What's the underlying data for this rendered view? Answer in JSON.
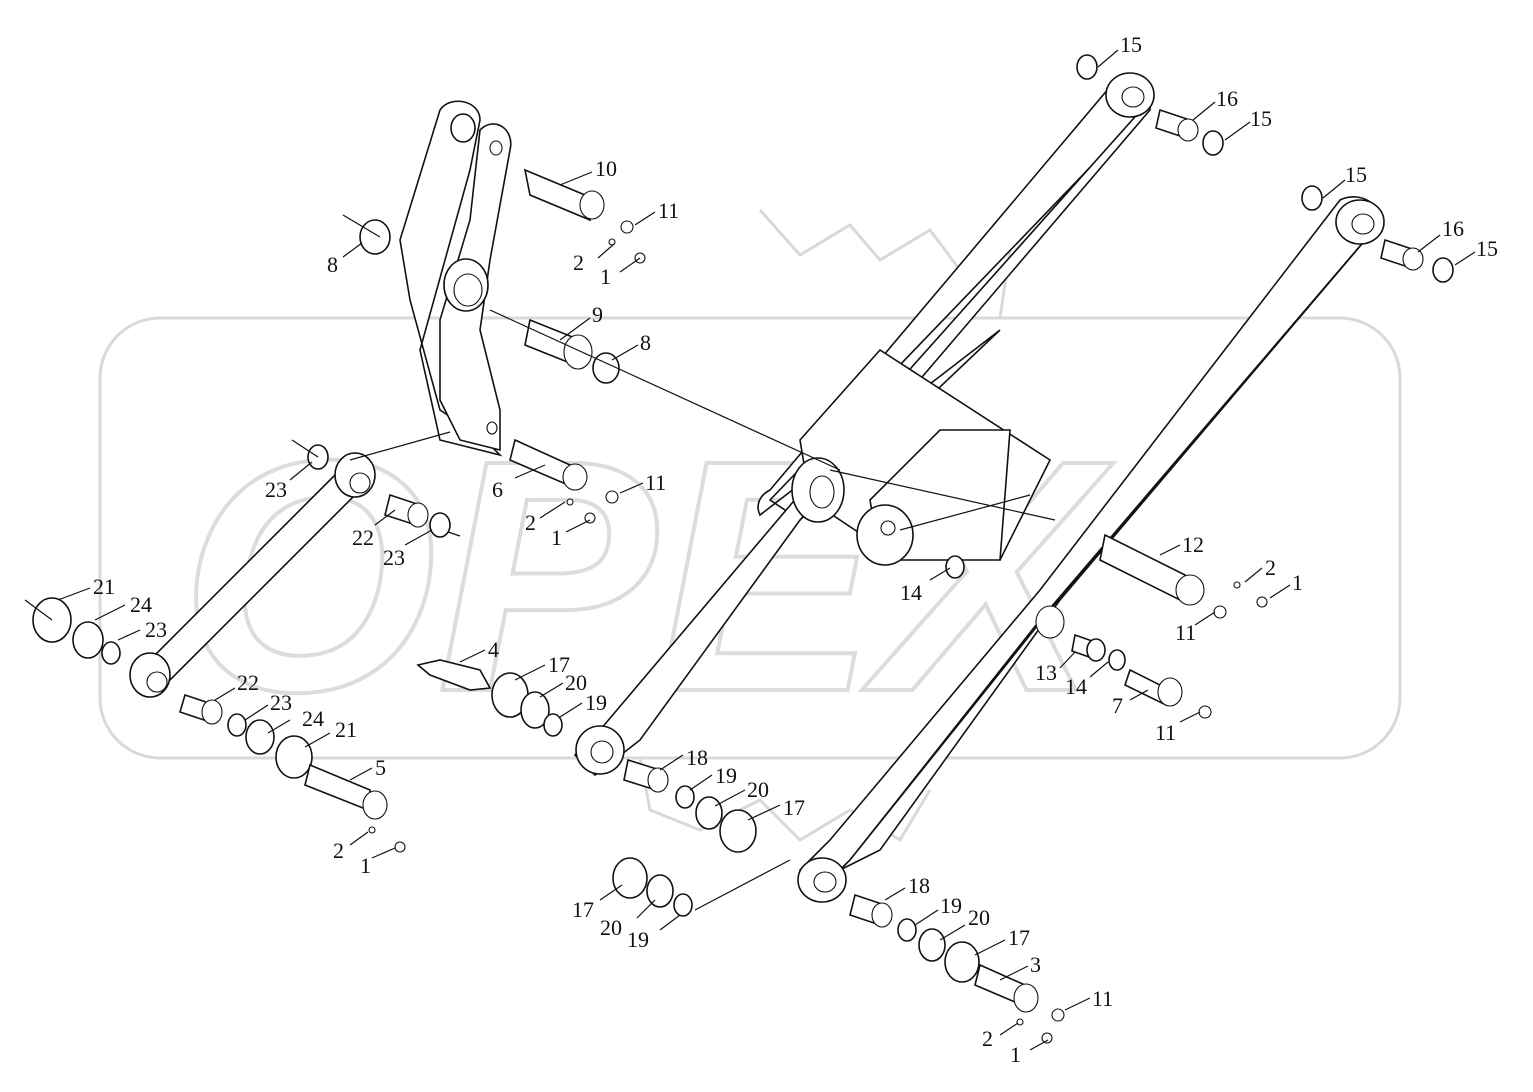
{
  "watermark": "OPEX",
  "callouts": [
    {
      "id": "c15a",
      "text": "15"
    },
    {
      "id": "c16a",
      "text": "16"
    },
    {
      "id": "c15b",
      "text": "15"
    },
    {
      "id": "c15c",
      "text": "15"
    },
    {
      "id": "c16b",
      "text": "16"
    },
    {
      "id": "c15d",
      "text": "15"
    },
    {
      "id": "c10",
      "text": "10"
    },
    {
      "id": "c11a",
      "text": "11"
    },
    {
      "id": "c2a",
      "text": "2"
    },
    {
      "id": "c1a",
      "text": "1"
    },
    {
      "id": "c8a",
      "text": "8"
    },
    {
      "id": "c9",
      "text": "9"
    },
    {
      "id": "c8b",
      "text": "8"
    },
    {
      "id": "c6",
      "text": "6"
    },
    {
      "id": "c11b",
      "text": "11"
    },
    {
      "id": "c2b",
      "text": "2"
    },
    {
      "id": "c1b",
      "text": "1"
    },
    {
      "id": "c23a",
      "text": "23"
    },
    {
      "id": "c22a",
      "text": "22"
    },
    {
      "id": "c23b",
      "text": "23"
    },
    {
      "id": "c21a",
      "text": "21"
    },
    {
      "id": "c24a",
      "text": "24"
    },
    {
      "id": "c23c",
      "text": "23"
    },
    {
      "id": "c22b",
      "text": "22"
    },
    {
      "id": "c23d",
      "text": "23"
    },
    {
      "id": "c24b",
      "text": "24"
    },
    {
      "id": "c21b",
      "text": "21"
    },
    {
      "id": "c5",
      "text": "5"
    },
    {
      "id": "c2c",
      "text": "2"
    },
    {
      "id": "c1c",
      "text": "1"
    },
    {
      "id": "c4",
      "text": "4"
    },
    {
      "id": "c17a",
      "text": "17"
    },
    {
      "id": "c20a",
      "text": "20"
    },
    {
      "id": "c19a",
      "text": "19"
    },
    {
      "id": "c18a",
      "text": "18"
    },
    {
      "id": "c19b",
      "text": "19"
    },
    {
      "id": "c20b",
      "text": "20"
    },
    {
      "id": "c17b",
      "text": "17"
    },
    {
      "id": "c17c",
      "text": "17"
    },
    {
      "id": "c20c",
      "text": "20"
    },
    {
      "id": "c19c",
      "text": "19"
    },
    {
      "id": "c18b",
      "text": "18"
    },
    {
      "id": "c19d",
      "text": "19"
    },
    {
      "id": "c20d",
      "text": "20"
    },
    {
      "id": "c17d",
      "text": "17"
    },
    {
      "id": "c3",
      "text": "3"
    },
    {
      "id": "c11c",
      "text": "11"
    },
    {
      "id": "c2d",
      "text": "2"
    },
    {
      "id": "c1d",
      "text": "1"
    },
    {
      "id": "c12",
      "text": "12"
    },
    {
      "id": "c2e",
      "text": "2"
    },
    {
      "id": "c1e",
      "text": "1"
    },
    {
      "id": "c11d",
      "text": "11"
    },
    {
      "id": "c14a",
      "text": "14"
    },
    {
      "id": "c13",
      "text": "13"
    },
    {
      "id": "c14b",
      "text": "14"
    },
    {
      "id": "c7",
      "text": "7"
    },
    {
      "id": "c11e",
      "text": "11"
    }
  ]
}
